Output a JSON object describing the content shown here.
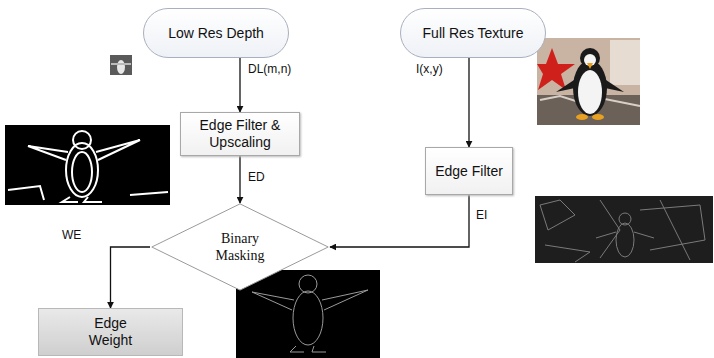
{
  "diagram": {
    "nodes": [
      {
        "text": [
          "Low Res Depth"
        ]
      },
      {
        "text": [
          "Full Res Texture"
        ]
      },
      {
        "text": [
          "Edge Filter & Upscaling"
        ]
      },
      {
        "text": [
          "Edge Filter"
        ]
      },
      {
        "text": [
          "Binary Masking"
        ]
      },
      {
        "text": [
          "Edge Weight"
        ]
      }
    ],
    "edges": [
      {
        "from": 0,
        "to": 2,
        "arrow": "to",
        "label": "DL(m,n)"
      },
      {
        "from": 1,
        "to": 3,
        "arrow": "to",
        "label": "I(x,y)"
      },
      {
        "from": 2,
        "to": 4,
        "arrow": "to",
        "label": "ED"
      },
      {
        "from": 3,
        "to": 4,
        "arrow": "to",
        "label": "EI"
      },
      {
        "from": 4,
        "to": 5,
        "arrow": "to",
        "label": "WE"
      }
    ]
  }
}
